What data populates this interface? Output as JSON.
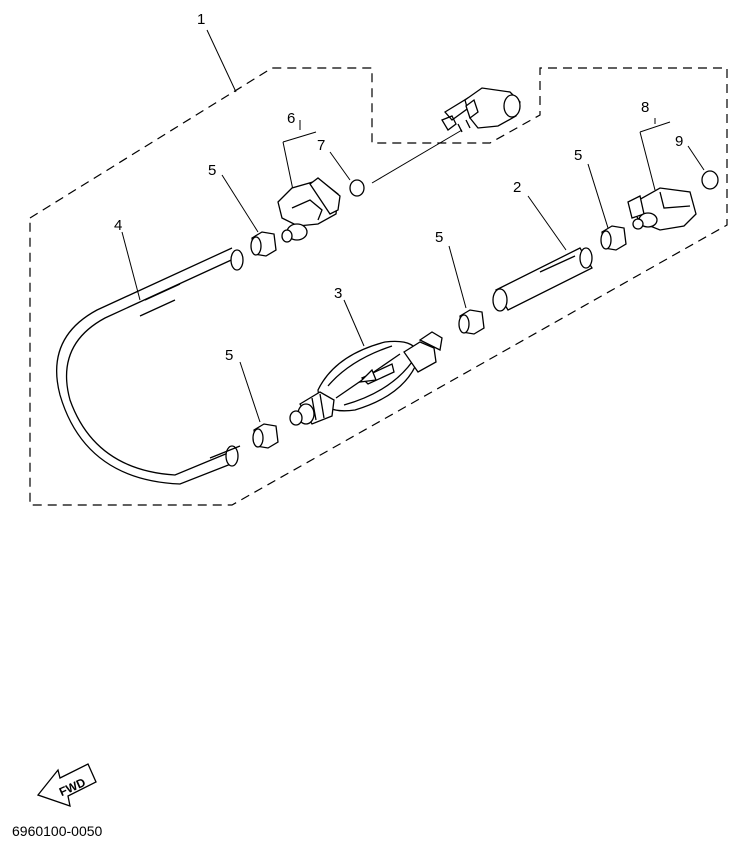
{
  "callouts": {
    "c1": "1",
    "c2": "2",
    "c3": "3",
    "c4": "4",
    "c5a": "5",
    "c5b": "5",
    "c5c": "5",
    "c5d": "5",
    "c6": "6",
    "c7": "7",
    "c8": "8",
    "c9": "9"
  },
  "fwd_label": "FWD",
  "diagram_code": "6960100-0050"
}
